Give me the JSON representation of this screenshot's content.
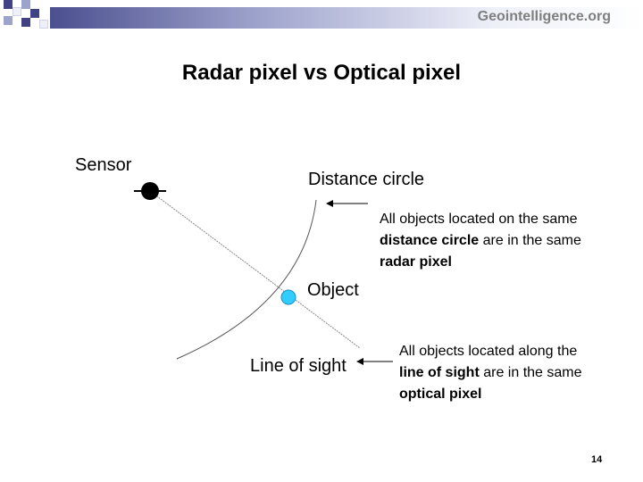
{
  "header": {
    "site": "Geointelligence.org",
    "colors": {
      "dark": "#3f4384",
      "mid": "#9ea3cc",
      "light": "#eef0f8"
    }
  },
  "title": "Radar pixel vs Optical pixel",
  "diagram": {
    "sensor_label": "Sensor",
    "distance_circle_label": "Distance circle",
    "object_label": "Object",
    "line_of_sight_label": "Line of sight",
    "object_color": "#33ccff",
    "sensor_color": "#000000"
  },
  "notes": {
    "radar": {
      "line1": "All objects located on the same",
      "line2_bold": "distance circle",
      "line2_rest": " are in the same",
      "line3_bold": "radar pixel"
    },
    "optical": {
      "line1": "All objects located along the",
      "line2_bold": "line of sight",
      "line2_rest": " are in the same",
      "line3_bold": "optical pixel"
    }
  },
  "page_number": "14"
}
